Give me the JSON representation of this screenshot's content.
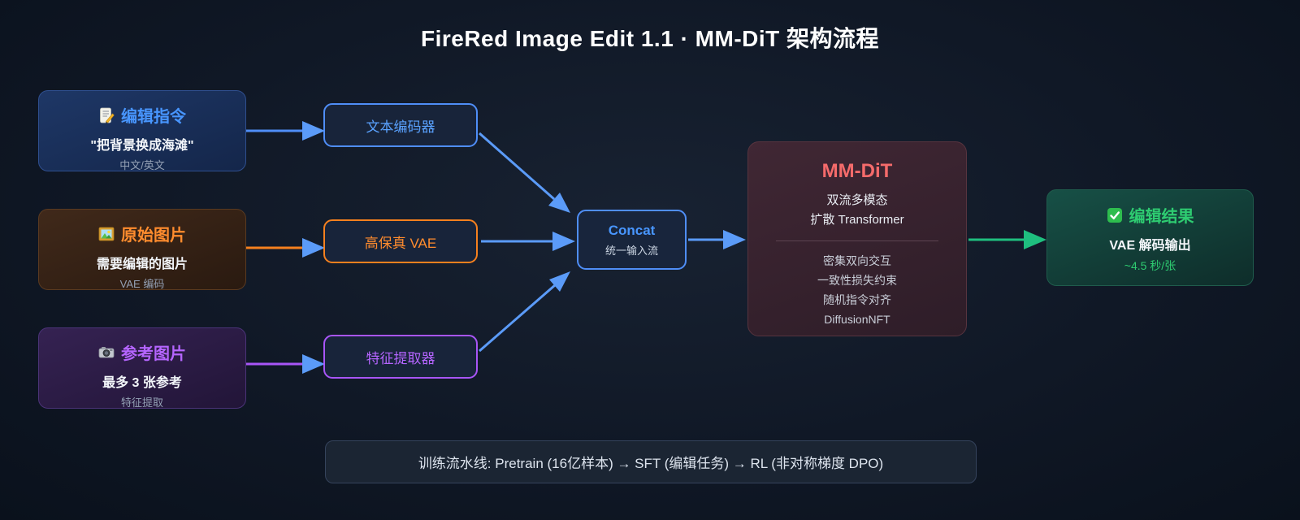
{
  "title": "FireRed Image Edit 1.1 · MM-DiT 架构流程",
  "inputs": [
    {
      "icon": "memo-icon",
      "title": "编辑指令",
      "line1": "\"把背景换成海滩\"",
      "line2": "中文/英文",
      "accent": "#4896ff"
    },
    {
      "icon": "picture-icon",
      "title": "原始图片",
      "line1": "需要编辑的图片",
      "line2": "VAE 编码",
      "accent": "#ff8c2e"
    },
    {
      "icon": "camera-icon",
      "title": "参考图片",
      "line1": "最多 3 张参考",
      "line2": "特征提取",
      "accent": "#b565ff"
    }
  ],
  "encoders": [
    {
      "label": "文本编码器",
      "accent": "#4f8ef7"
    },
    {
      "label": "高保真 VAE",
      "accent": "#f5801e"
    },
    {
      "label": "特征提取器",
      "accent": "#a855f7"
    }
  ],
  "concat": {
    "title": "Concat",
    "subtitle": "统一输入流"
  },
  "mmdit": {
    "title": "MM-DiT",
    "subtitle_line1": "双流多模态",
    "subtitle_line2": "扩散 Transformer",
    "features": [
      "密集双向交互",
      "一致性损失约束",
      "随机指令对齐",
      "DiffusionNFT"
    ],
    "accent": "#f56b6b"
  },
  "output": {
    "icon": "check-icon",
    "title": "编辑结果",
    "line1": "VAE 解码输出",
    "line2": "~4.5 秒/张",
    "accent": "#2ecc71"
  },
  "pipeline": {
    "text": "训练流水线: Pretrain (16亿样本) → SFT (编辑任务) → RL (非对称梯度 DPO)"
  },
  "colors": {
    "background": "#101826",
    "blue": "#4f8ef7",
    "orange": "#f5801e",
    "purple": "#a855f7",
    "red": "#f56b6b",
    "green": "#2ecc71",
    "arrowhead": "#5b9bf8"
  }
}
